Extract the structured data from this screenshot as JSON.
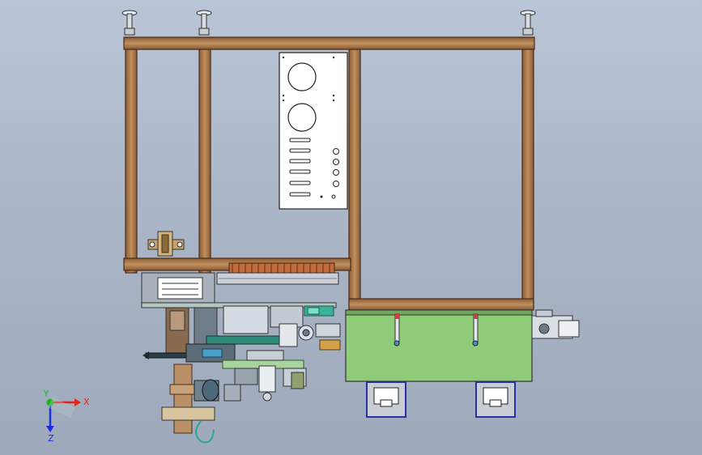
{
  "axes": {
    "x_label": "X",
    "y_label": "Y",
    "z_label": "Z",
    "x_color": "#e0261a",
    "y_color": "#19b519",
    "z_color": "#1a2ee6"
  },
  "colors": {
    "frame_wood": "#b07a4e",
    "frame_edge": "#4b2d16",
    "base_green": "#8fcc7a",
    "panel_white": "#ffffff",
    "foot_blue": "#2a2fa8"
  }
}
